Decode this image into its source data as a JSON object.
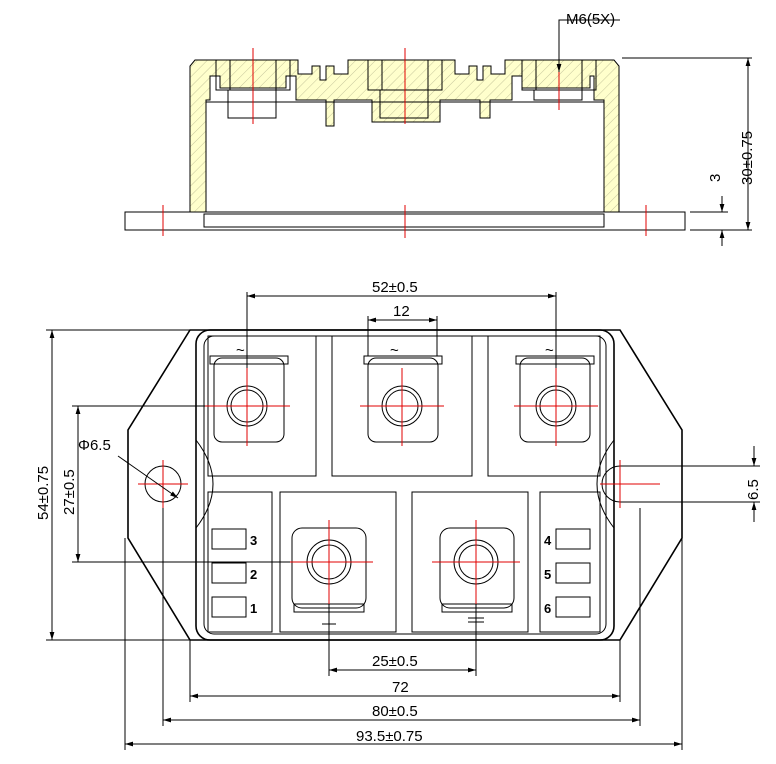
{
  "callouts": {
    "thread": "M6(5X)",
    "hole_dia": "Φ6.5"
  },
  "dimensions": {
    "height_total": "30±0.75",
    "base_thickness": "3",
    "terminal_pitch": "52±0.5",
    "terminal_width": "12",
    "body_height": "54±0.75",
    "hole_pitch_v": "27±0.5",
    "slot_width": "6.5",
    "dc_terminal_pitch": "25±0.5",
    "inner_width": "72",
    "mount_pitch": "80±0.5",
    "overall_length": "93.5±0.75"
  },
  "pins_left": [
    "3",
    "2",
    "1"
  ],
  "pins_right": [
    "4",
    "5",
    "6"
  ],
  "terminal_symbols": {
    "ac": "~",
    "dc_neg": "−",
    "dc_pos": "+"
  },
  "colors": {
    "housing_fill": "#FFFFCC",
    "centerline": "#E10000"
  }
}
